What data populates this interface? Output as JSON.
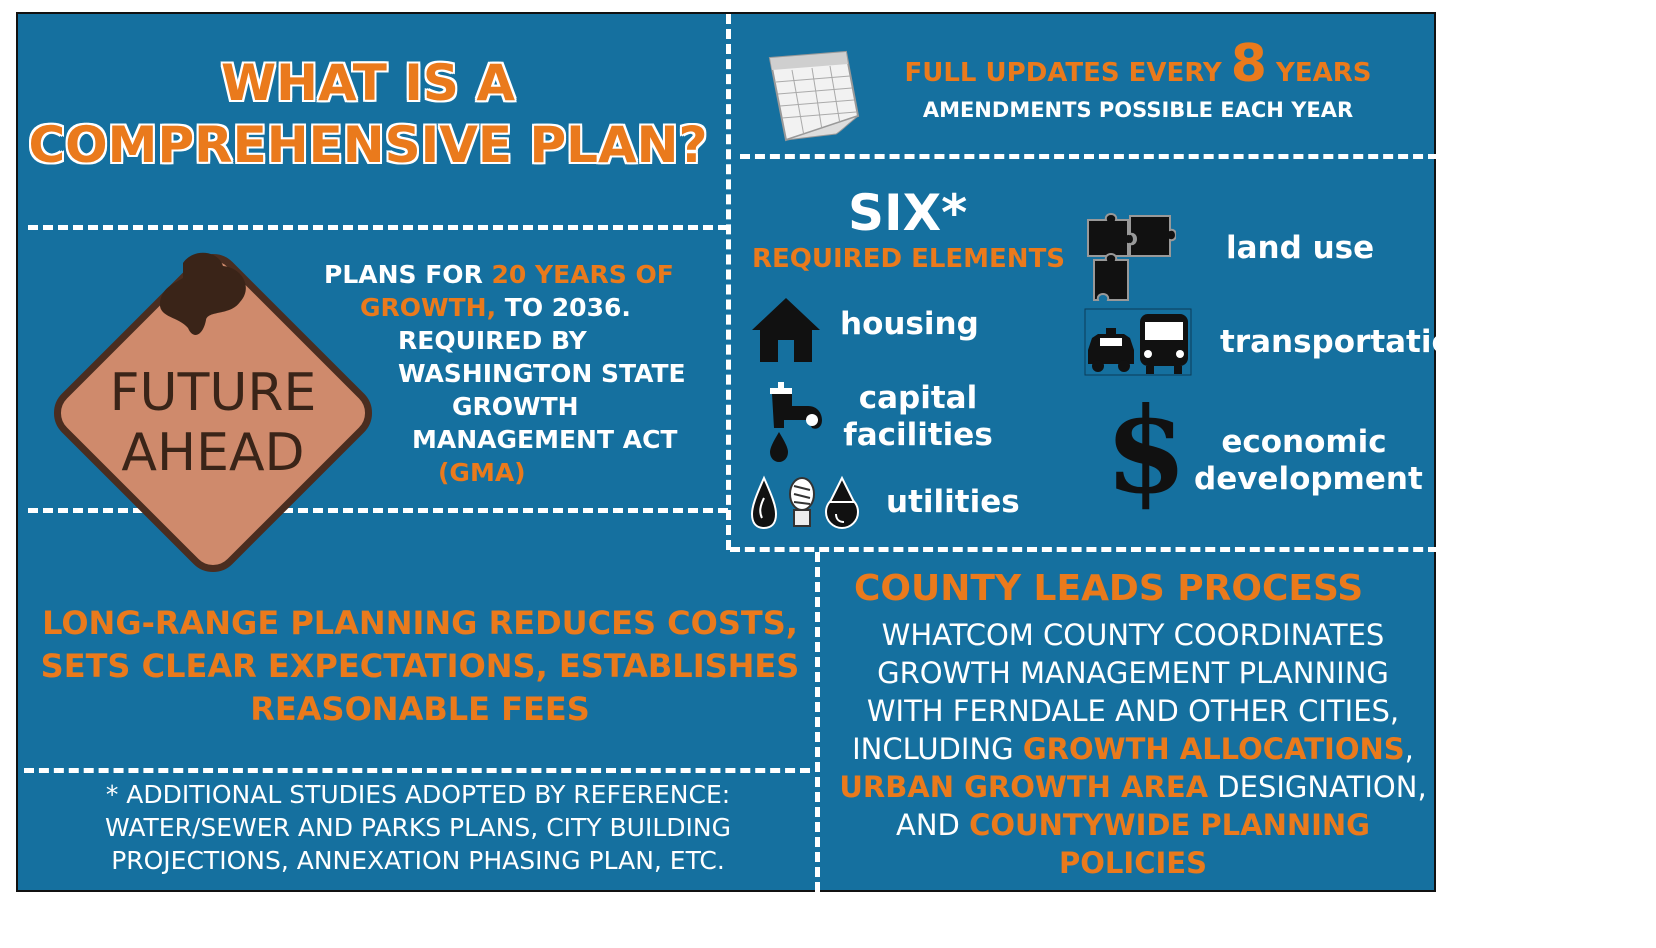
{
  "title": {
    "line1": "WHAT IS A",
    "line2": "COMPREHENSIVE PLAN?"
  },
  "sign": {
    "line1": "FUTURE",
    "line2": "AHEAD"
  },
  "growth": {
    "l1a": "PLANS FOR ",
    "l1b": "20 YEARS OF",
    "l2a": "GROWTH,",
    "l2b": " TO 2036.",
    "l3": "REQUIRED BY",
    "l4": "WASHINGTON STATE",
    "l5": "GROWTH",
    "l6": "MANAGEMENT ACT",
    "l7": "(GMA)"
  },
  "updates": {
    "prefix": "FULL UPDATES EVERY ",
    "number": "8",
    "suffix": " YEARS",
    "sub": "AMENDMENTS POSSIBLE EACH YEAR"
  },
  "elements": {
    "count": "SIX*",
    "heading": "REQUIRED ELEMENTS",
    "housing": "housing",
    "capital_1": "capital",
    "capital_2": "facilities",
    "utilities": "utilities",
    "land_use": "land use",
    "transportation": "transportation",
    "economic_1": "economic",
    "economic_2": "development"
  },
  "benefits": {
    "line1": "LONG-RANGE PLANNING REDUCES COSTS,",
    "line2": "SETS CLEAR EXPECTATIONS, ESTABLISHES",
    "line3": "REASONABLE FEES"
  },
  "footnote": {
    "line1": "* ADDITIONAL STUDIES ADOPTED BY REFERENCE:",
    "line2": "WATER/SEWER AND PARKS PLANS, CITY BUILDING",
    "line3": "PROJECTIONS, ANNEXATION PHASING PLAN, ETC."
  },
  "county": {
    "heading": "COUNTY LEADS PROCESS",
    "l1": "WHATCOM COUNTY COORDINATES",
    "l2": "GROWTH MANAGEMENT PLANNING",
    "l3": "WITH FERNDALE AND OTHER CITIES,",
    "l4a": "INCLUDING ",
    "l4b": "GROWTH ALLOCATIONS",
    "l4c": ",",
    "l5a": "URBAN GROWTH AREA",
    "l5b": " DESIGNATION,",
    "l6a": "AND ",
    "l6b": "COUNTYWIDE PLANNING",
    "l7": "POLICIES"
  },
  "colors": {
    "background": "#15709f",
    "accent": "#ea7a1c",
    "sign": "#cf8a6c"
  },
  "icons": [
    "calendar-icon",
    "road-sign-icon",
    "house-icon",
    "faucet-icon",
    "utilities-icon",
    "puzzle-icon",
    "vehicles-icon",
    "dollar-icon"
  ]
}
